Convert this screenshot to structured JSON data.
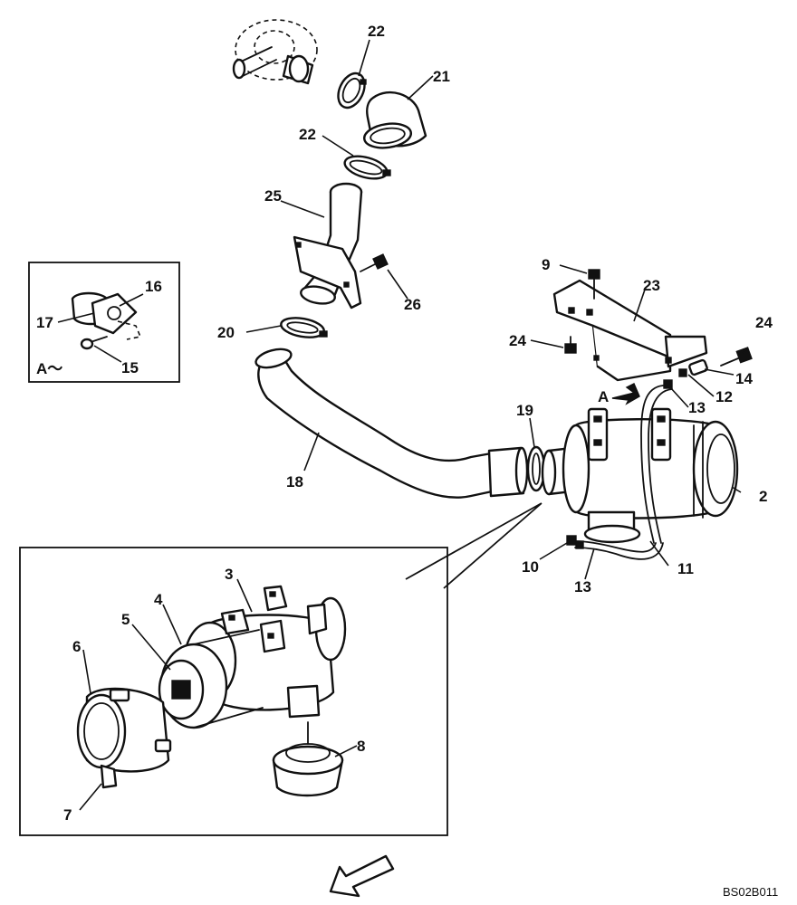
{
  "drawing_code": "BS02B011",
  "view_label": "A～",
  "view_arrow_letter": "A",
  "callouts": {
    "p2": "2",
    "p3": "3",
    "p4": "4",
    "p5": "5",
    "p6": "6",
    "p7": "7",
    "p8": "8",
    "p9": "9",
    "p10": "10",
    "p11": "11",
    "p12": "12",
    "p13a": "13",
    "p13b": "13",
    "p14": "14",
    "p15": "15",
    "p16": "16",
    "p17": "17",
    "p18": "18",
    "p19": "19",
    "p20": "20",
    "p21": "21",
    "p22a": "22",
    "p22b": "22",
    "p23": "23",
    "p24a": "24",
    "p24b": "24",
    "p25": "25",
    "p26": "26"
  }
}
